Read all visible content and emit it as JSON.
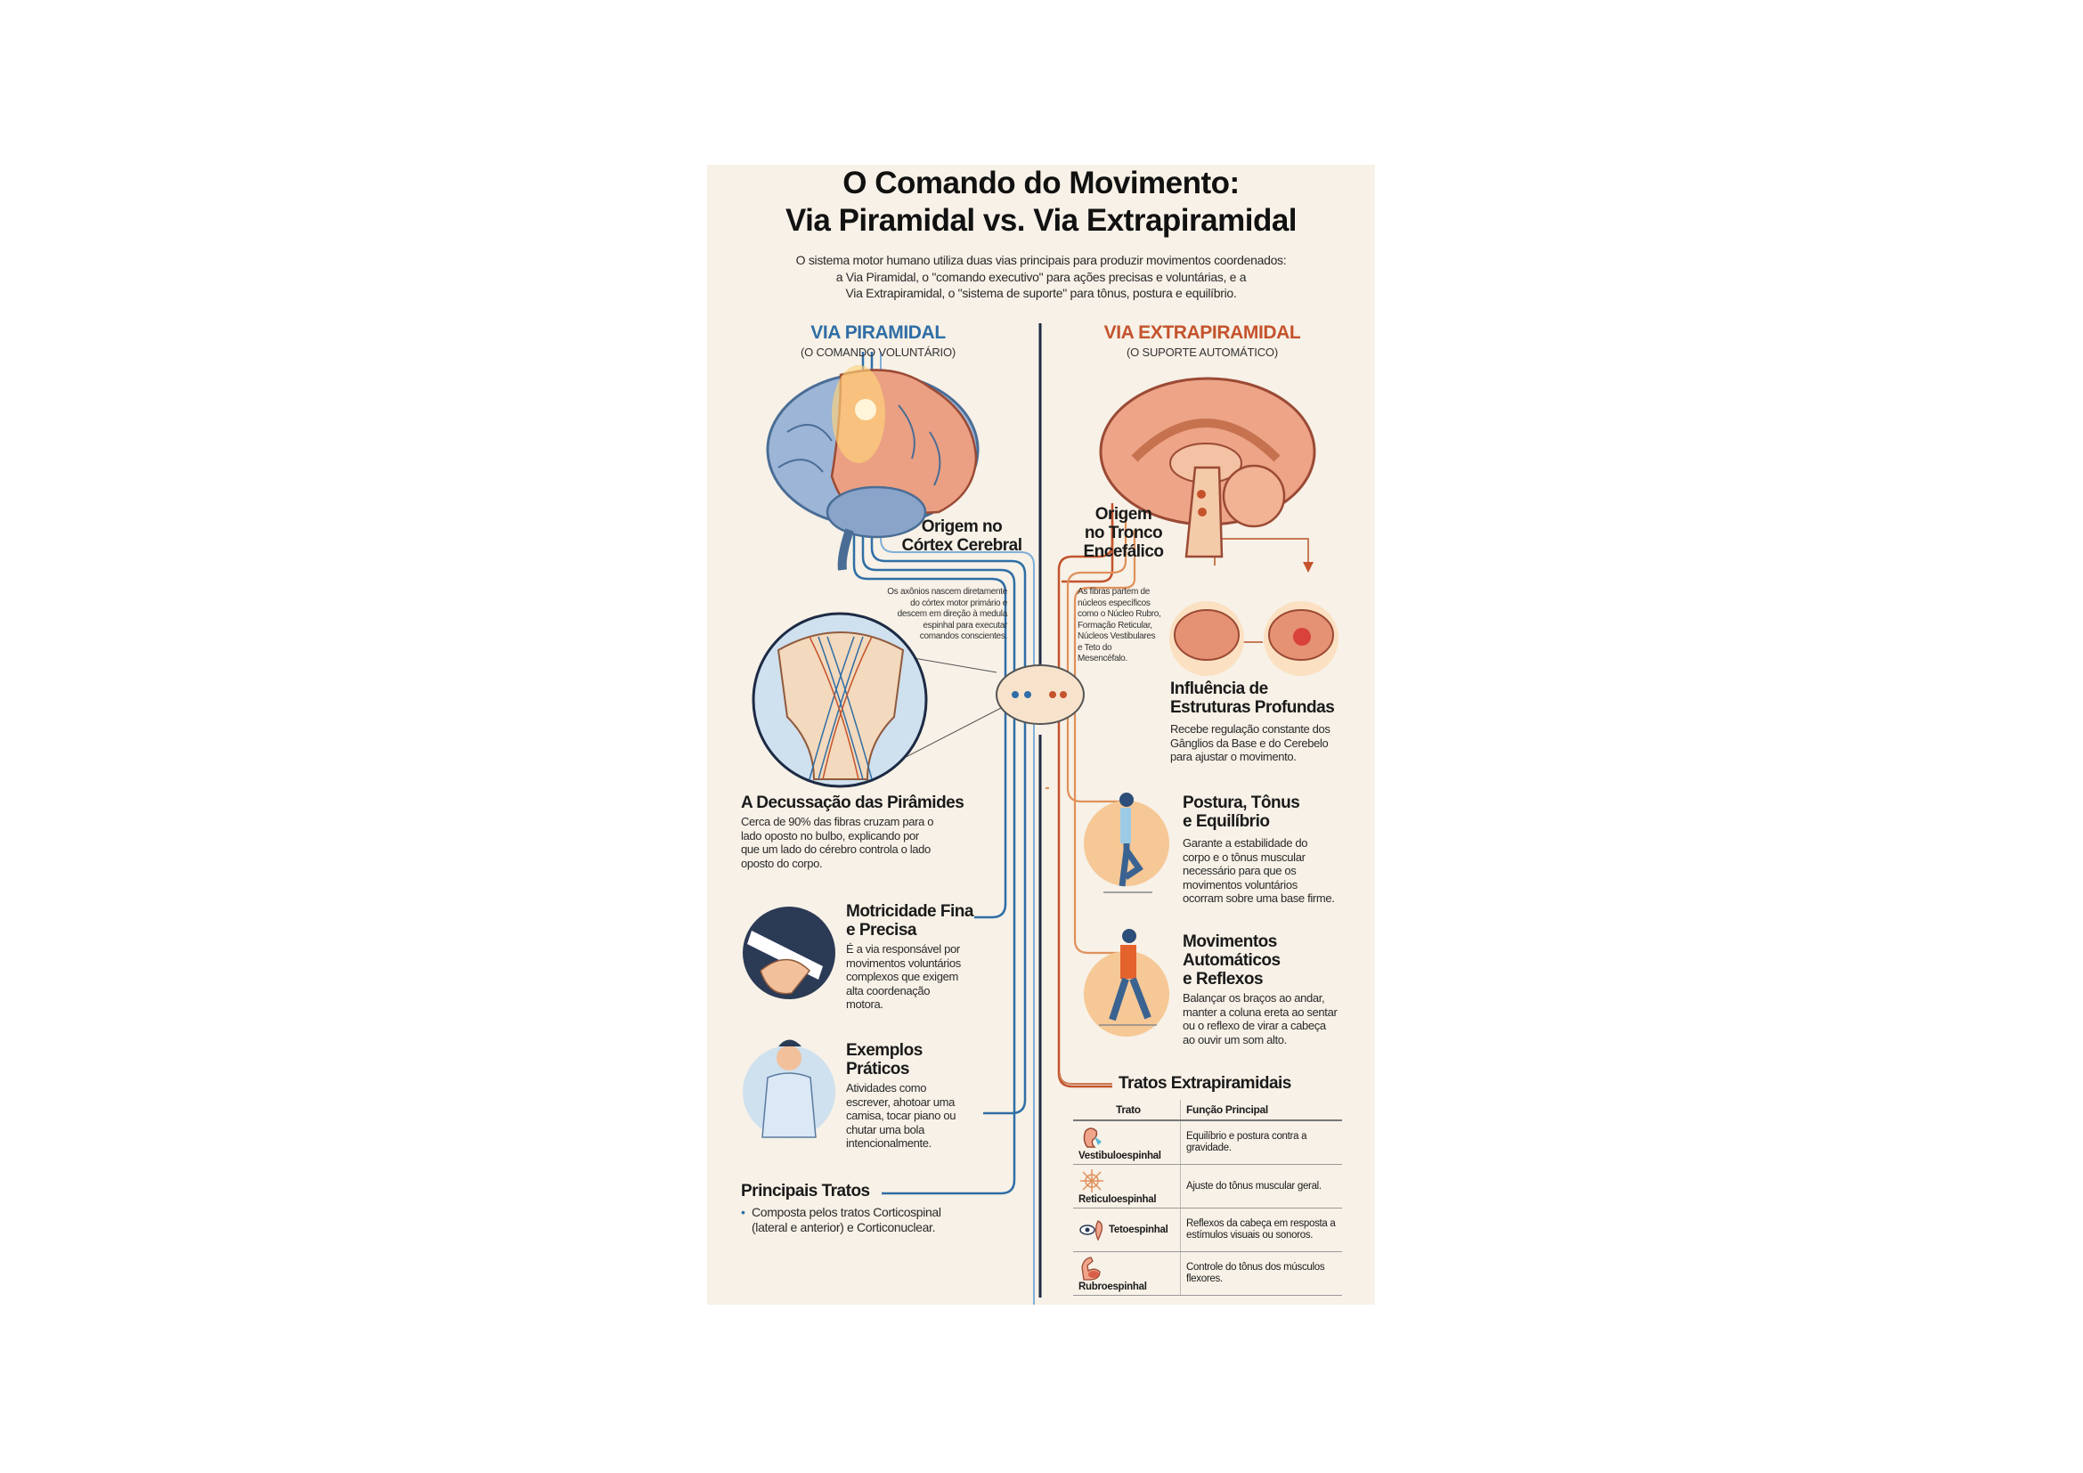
{
  "title": {
    "line1": "O Comando do Movimento:",
    "line2": "Via Piramidal vs. Via Extrapiramidal"
  },
  "intro": {
    "line1": "O sistema motor humano utiliza duas vias principais para produzir movimentos coordenados:",
    "line2": "a Via Piramidal, o \"comando executivo\" para ações precisas e voluntárias, e a",
    "line3": "Via Extrapiramidal, o \"sistema de suporte\" para tônus, postura e equilíbrio."
  },
  "colors": {
    "piramidal": "#2f6ea6",
    "extrapiramidal": "#c4532c",
    "background": "#f7f1e7"
  },
  "piramidal": {
    "heading": "VIA PIRAMIDAL",
    "subheading": "(O COMANDO VOLUNTÁRIO)",
    "origin": {
      "line1": "Origem no",
      "line2": "Córtex Cerebral"
    },
    "origin_note": [
      "Os axônios nascem diretamente",
      "do córtex motor primário e",
      "descem em direção à medula",
      "espinhal para executar",
      "comandos conscientes."
    ],
    "decussation": {
      "title": "A Decussação das Pirâmides",
      "body": [
        "Cerca de 90% das fibras cruzam para o",
        "lado oposto no bulbo, explicando por",
        "que um lado do cérebro controla o lado",
        "oposto do corpo."
      ]
    },
    "fine_motor": {
      "title": [
        "Motricidade Fina",
        "e Precisa"
      ],
      "body": [
        "É a via responsável por",
        "movimentos voluntários",
        "complexos que exigem",
        "alta coordenação",
        "motora."
      ]
    },
    "examples": {
      "title": [
        "Exemplos",
        "Práticos"
      ],
      "body": [
        "Atividades como",
        "escrever, ahotoar uma",
        "camisa, tocar piano ou",
        "chutar uma bola",
        "intencionalmente."
      ]
    },
    "tracts": {
      "title": "Principais Tratos",
      "bullet": [
        "Composta pelos tratos Corticospinal",
        "(lateral e anterior) e Corticonuclear."
      ]
    }
  },
  "extrapiramidal": {
    "heading": "VIA EXTRAPIRAMIDAL",
    "subheading": "(O SUPORTE AUTOMÁTICO)",
    "origin": {
      "line1": "Origem",
      "line2": "no Tronco",
      "line3": "Encefálico"
    },
    "origin_note": [
      "As fibras partem de",
      "núcleos específicos",
      "como o Núcleo Rubro,",
      "Formação Reticular,",
      "Núcleos Vestibulares",
      "e Teto do",
      "Mesencéfalo."
    ],
    "deep": {
      "title": [
        "Influência de",
        "Estruturas Profundas"
      ],
      "body": [
        "Recebe regulação constante dos",
        "Gânglios da Base e do Cerebelo",
        "para ajustar o movimento."
      ]
    },
    "posture": {
      "title": [
        "Postura, Tônus",
        "e Equilíbrio"
      ],
      "body": [
        "Garante a estabilidade do",
        "corpo e o tônus muscular",
        "necessário para que os",
        "movimentos voluntários",
        "ocorram sobre uma base firme."
      ]
    },
    "automatic": {
      "title": [
        "Movimentos",
        "Automáticos",
        "e Reflexos"
      ],
      "body": [
        "Balançar os braços ao andar,",
        "manter a coluna ereta ao sentar",
        "ou o reflexo de virar a cabeça",
        "ao ouvir um som alto."
      ]
    },
    "table": {
      "title": "Tratos Extrapiramidais",
      "headers": [
        "Trato",
        "Função Principal"
      ],
      "rows": [
        {
          "icon": "ear-icon",
          "name": "Vestibuloespinhal",
          "function": "Equilíbrio e postura contra a gravidade."
        },
        {
          "icon": "network-icon",
          "name": "Reticuloespinhal",
          "function": "Ajuste do tônus muscular geral."
        },
        {
          "icon": "eye-ear-icon",
          "name": "Tetoespinhal",
          "function": "Reflexos da cabeça em resposta a estímulos visuais ou sonoros."
        },
        {
          "icon": "flexed-arm-icon",
          "name": "Rubroespinhal",
          "function": "Controle do tônus dos músculos flexores."
        }
      ]
    }
  }
}
